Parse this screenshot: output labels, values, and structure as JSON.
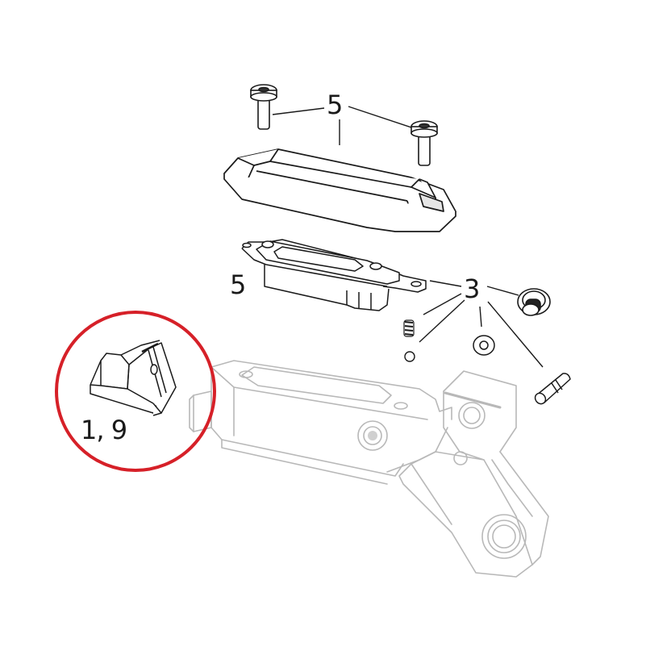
{
  "diagram": {
    "type": "exploded-parts-view",
    "colors": {
      "highlight_circle": "#d62028",
      "line_dark": "#1a1a1a",
      "line_faded": "#b8b8b8",
      "background": "#ffffff"
    },
    "callouts": [
      {
        "id": "callout-top",
        "text": "5",
        "targets": [
          "left-screw",
          "right-screw",
          "reservoir-cover"
        ]
      },
      {
        "id": "callout-diaphragm",
        "text": "5",
        "targets": [
          "reservoir-diaphragm"
        ]
      },
      {
        "id": "callout-right",
        "text": "3",
        "targets": [
          "reservoir-diaphragm",
          "spring",
          "ball",
          "washer",
          "bleed-screw",
          "pin"
        ]
      },
      {
        "id": "callout-highlight",
        "text": "1, 9",
        "targets": [
          "highlighted-part"
        ]
      }
    ],
    "parts": [
      "left-screw",
      "right-screw",
      "reservoir-cover",
      "reservoir-diaphragm",
      "bleed-screw",
      "spring",
      "ball",
      "washer",
      "pin",
      "lever-body",
      "highlighted-part"
    ]
  }
}
